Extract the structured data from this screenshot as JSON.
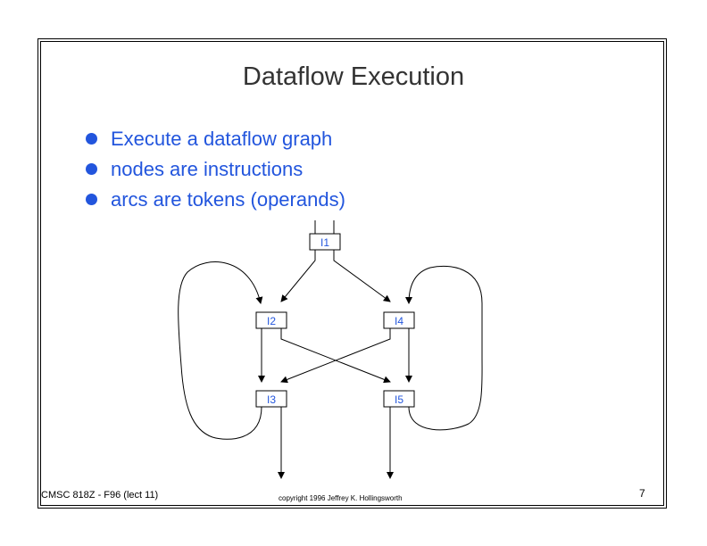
{
  "slide": {
    "title": "Dataflow Execution",
    "bullets": [
      "Execute a dataflow graph",
      "nodes are instructions",
      "arcs are tokens (operands)"
    ],
    "footer_left": "CMSC 818Z - F96  (lect 11)",
    "footer_center": "copyright 1996  Jeffrey K. Hollingsworth",
    "page_number": "7"
  },
  "graph": {
    "nodes": [
      "I1",
      "I2",
      "I4",
      "I3",
      "I5"
    ],
    "colors": {
      "text": "#2255dd",
      "lines": "#000000"
    }
  }
}
